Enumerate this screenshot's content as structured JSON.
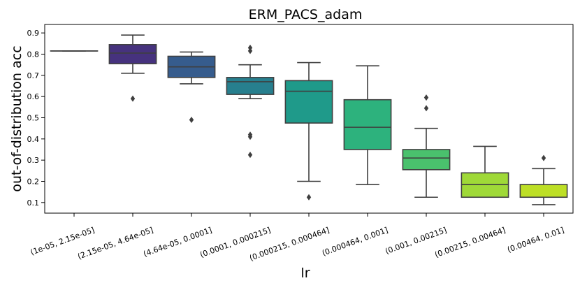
{
  "chart_data": {
    "type": "box",
    "title": "ERM_PACS_adam",
    "xlabel": "lr",
    "ylabel": "out-of-distribution acc",
    "ylim": [
      0.05,
      0.94
    ],
    "yticks": [
      "0.1",
      "0.2",
      "0.3",
      "0.4",
      "0.5",
      "0.6",
      "0.7",
      "0.8",
      "0.9"
    ],
    "grid": false,
    "palette": "viridis",
    "categories": [
      "(1e-05, 2.15e-05]",
      "(2.15e-05, 4.64e-05]",
      "(4.64e-05, 0.0001]",
      "(0.0001, 0.000215]",
      "(0.000215, 0.000464]",
      "(0.000464, 0.001]",
      "(0.001, 0.00215]",
      "(0.00215, 0.00464]",
      "(0.00464, 0.01]"
    ],
    "boxes": [
      {
        "whislo": 0.815,
        "q1": 0.815,
        "med": 0.815,
        "q3": 0.815,
        "whishi": 0.815,
        "fliers": [],
        "color": "#46327e"
      },
      {
        "whislo": 0.71,
        "q1": 0.755,
        "med": 0.805,
        "q3": 0.845,
        "whishi": 0.89,
        "fliers": [
          0.59
        ],
        "color": "#46327e"
      },
      {
        "whislo": 0.66,
        "q1": 0.69,
        "med": 0.74,
        "q3": 0.79,
        "whishi": 0.81,
        "fliers": [
          0.49
        ],
        "color": "#365c8d"
      },
      {
        "whislo": 0.59,
        "q1": 0.61,
        "med": 0.67,
        "q3": 0.69,
        "whishi": 0.75,
        "fliers": [
          0.83,
          0.815,
          0.42,
          0.41,
          0.325
        ],
        "color": "#277f8e"
      },
      {
        "whislo": 0.2,
        "q1": 0.475,
        "med": 0.625,
        "q3": 0.675,
        "whishi": 0.76,
        "fliers": [
          0.125
        ],
        "color": "#1f9a8a"
      },
      {
        "whislo": 0.185,
        "q1": 0.35,
        "med": 0.455,
        "q3": 0.585,
        "whishi": 0.745,
        "fliers": [],
        "color": "#2db27d"
      },
      {
        "whislo": 0.125,
        "q1": 0.255,
        "med": 0.31,
        "q3": 0.35,
        "whishi": 0.45,
        "fliers": [
          0.595,
          0.545
        ],
        "color": "#4ac16d"
      },
      {
        "whislo": 0.125,
        "q1": 0.125,
        "med": 0.185,
        "q3": 0.24,
        "whishi": 0.365,
        "fliers": [],
        "color": "#9fd938"
      },
      {
        "whislo": 0.09,
        "q1": 0.125,
        "med": 0.125,
        "q3": 0.185,
        "whishi": 0.26,
        "fliers": [
          0.31
        ],
        "color": "#bddf26"
      }
    ]
  }
}
